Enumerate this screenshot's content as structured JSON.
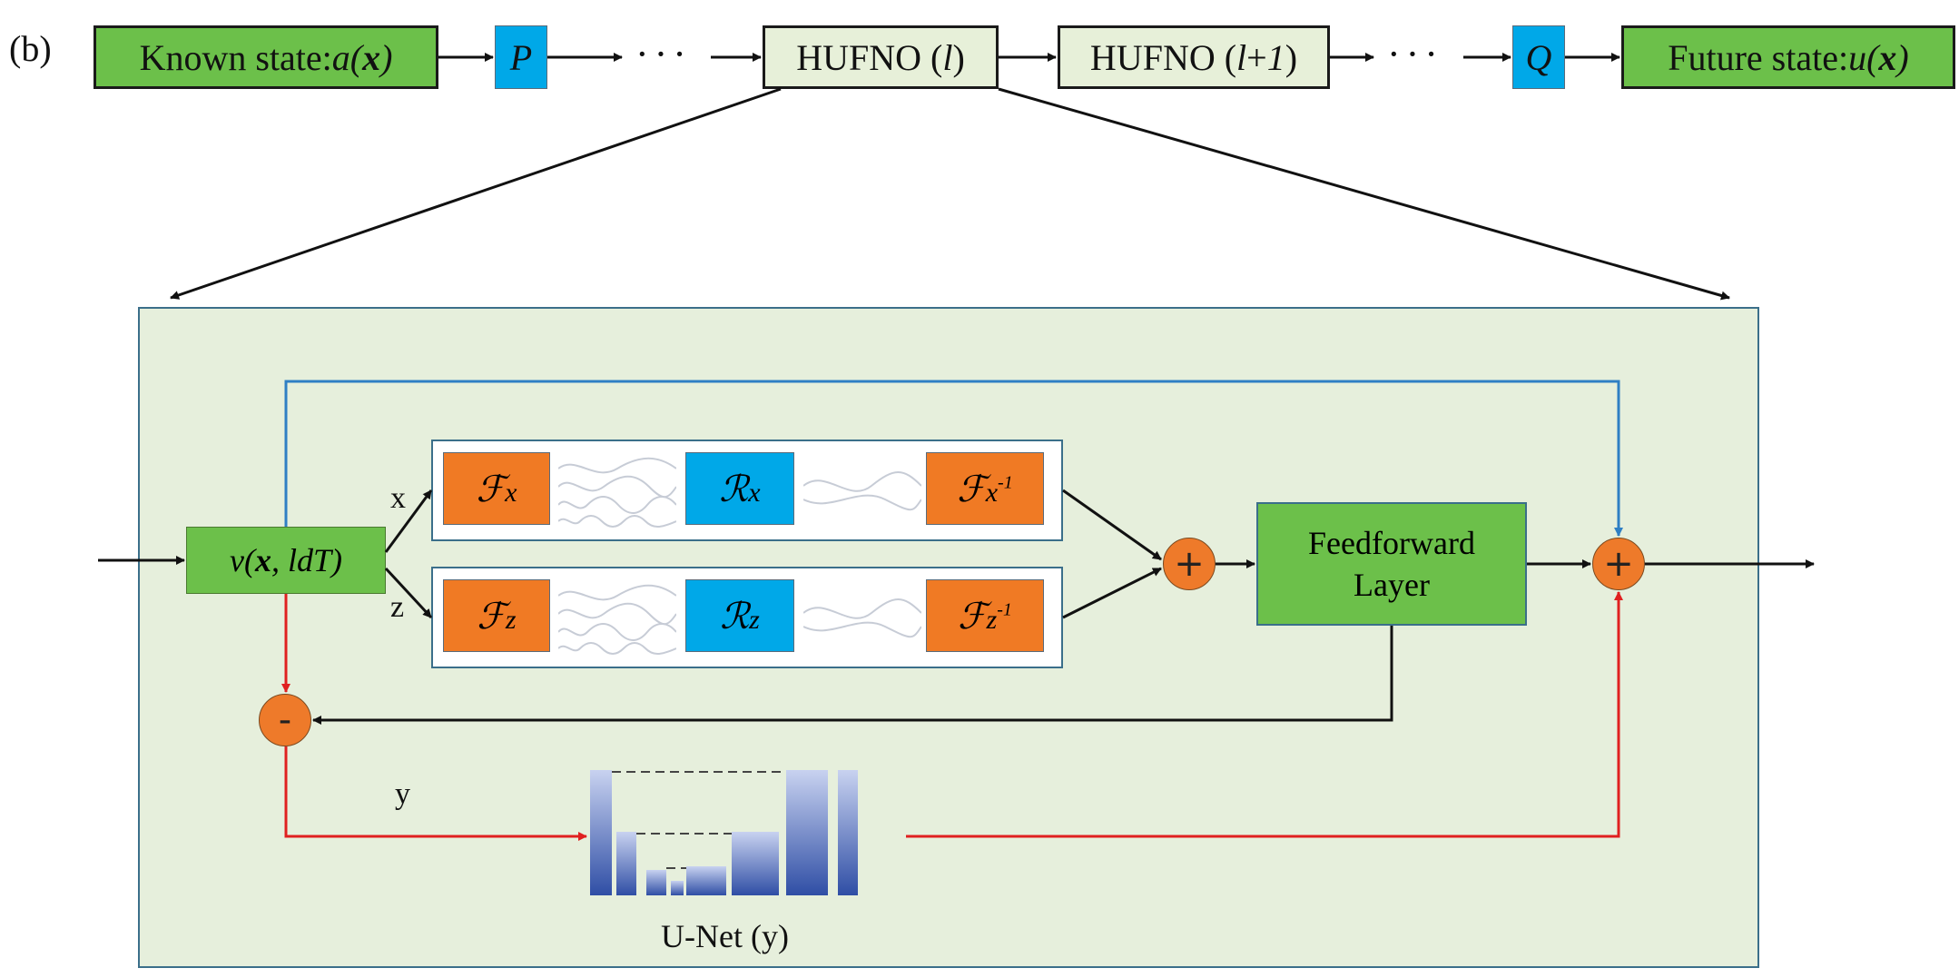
{
  "panel_label": "(b)",
  "top_row": {
    "known_state": {
      "label": "Known state: ",
      "math": "a(x)"
    },
    "p": "P",
    "dots1": "···",
    "hufno_l": "HUFNO (l)",
    "hufno_l1": "HUFNO (l+1)",
    "dots2": "···",
    "q": "Q",
    "future_state": {
      "label": "Future state: ",
      "math": "u(x)"
    }
  },
  "detail": {
    "input": "v(x, ldT)",
    "branch_x": "x",
    "branch_z": "z",
    "branch_y": "y",
    "fx": "ℱx",
    "rx": "ℛx",
    "fx_inv": "ℱx-1",
    "fz": "ℱz",
    "rz": "ℛz",
    "fz_inv": "ℱz-1",
    "add_symbol": "+",
    "sub_symbol": "-",
    "feedforward": [
      "Feedforward",
      "Layer"
    ],
    "unet_label": "U-Net (y)"
  },
  "colors": {
    "green": "#6cc04a",
    "light_green": "#e7f0d9",
    "blue": "#00a8e8",
    "orange": "#f07a24",
    "panel_bg": "#e6efdc",
    "skip_blue": "#2f7fc4",
    "red_path": "#e02020"
  }
}
